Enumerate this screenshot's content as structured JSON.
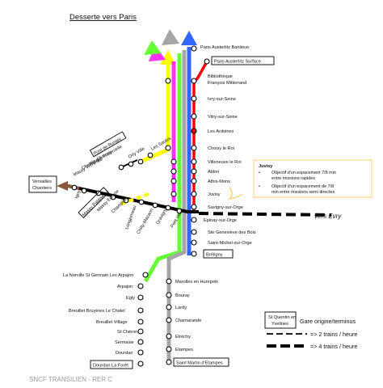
{
  "title": "Desserte vers Paris",
  "footer": "SNCF TRANSILIEN - RER C",
  "stations": {
    "austerlitz_banlieue": "Paris Austerlitz Banlieue",
    "austerlitz_surface": "Paris Austerlitz Surface",
    "bibliotheque_1": "Bibliothèque",
    "bibliotheque_2": "François Mitterrand",
    "ivry": "Ivry-sur-Seine",
    "vitry": "Vitry-sur-Seine",
    "ardoines": "Les Ardoines",
    "choisy": "Choisy le Roi",
    "villeneuve": "Villeneuve le Roi",
    "ablon": "Ablon",
    "athis": "Athis-Mons",
    "juvisy": "Juvisy",
    "savigny": "Savigny-sur-Orge",
    "epinay": "Epinay-sur-Orge",
    "ste_genevieve": "Ste Geneviève des Bois",
    "st_michel": "Saint-Michel-sur-Orge",
    "bretigny": "Brétigny",
    "les_saules": "Les Saules",
    "orly_ville": "Orly Ville",
    "pont_rungis": "Pont de Rungis",
    "rungis": "Rungis Fraternelle",
    "chemin_antony": "Chemin d'Antony",
    "massy_verrieres": "Massy Verrières",
    "versailles": "Versailles Chantiers",
    "igny": "Igny",
    "massy_pal": "Massy Palaiseau",
    "massy_europe": "Massy Europe",
    "champlan": "Champlan",
    "longjumeau": "Longjumeau",
    "chilly": "Chilly-Mazarin",
    "gravigny": "Gravigny",
    "petit_vaux": "Petit Vaux",
    "norville": "La Norville St Germain Les Arpajon",
    "arpajon": "Arpajon",
    "egly": "Egly",
    "breuillet_bruyeres": "Breuillet Bruyères Le Chatel",
    "breuillet_village": "Breuillet Village",
    "st_cheron": "St Chéron",
    "sermaise": "Sermaise",
    "dourdan": "Dourdan",
    "dourdan_foret": "Dourdan La Forêt",
    "marolles": "Marolles en Hurepoix",
    "bouray": "Bouray",
    "lardy": "Lardy",
    "chamarande": "Chamarande",
    "etrechy": "Etréchy",
    "etampes": "Etampes",
    "st_martin": "Saint Martin d'Etampes"
  },
  "juvisy_note": {
    "title": "Juvisy",
    "b1l1": "Objectif d'un espacement 7/8 min",
    "b1l2": "entre missions rapides",
    "b2l1": "Objectif d'un espacement de 7/8",
    "b2l2": "min entre missions semi directes"
  },
  "evry_label": "vers Evry",
  "legend": {
    "sq_line1": "St Quentin en",
    "sq_line2": "Yvelines",
    "origin": "Gare origine/terminus",
    "two_trains": "=> 2 trains / heure",
    "four_trains": "=> 4 trains / heure"
  },
  "colors": {
    "yellow": "#ffff00",
    "magenta": "#ff33ff",
    "lime": "#66ff33",
    "grey": "#a6a6a6",
    "blue": "#3366ff",
    "red": "#ff0000",
    "black": "#000000",
    "brown": "#8b5a3c",
    "note_border": "#ffcc66"
  }
}
